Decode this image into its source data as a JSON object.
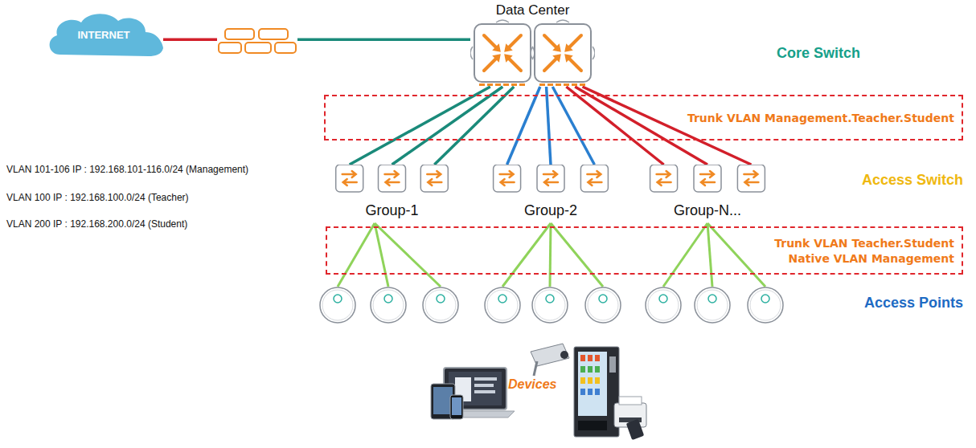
{
  "diagram": {
    "nodes": [
      {
        "text": [
          "INTERNET"
        ]
      },
      {
        "text": [
          "Data Center"
        ]
      },
      {
        "text": [
          "Trunk VLAN Management.Teacher.Student"
        ]
      },
      {
        "text": [
          "Group-1"
        ]
      },
      {
        "text": [
          "Group-2"
        ]
      },
      {
        "text": [
          "Group-N..."
        ]
      },
      {
        "text": [
          "Trunk VLAN Teacher.Student",
          "Native VLAN Management"
        ]
      }
    ],
    "edges": [
      {
        "from": 0,
        "to": 1,
        "arrow": "none"
      },
      {
        "from": 1,
        "to": 3,
        "arrow": "none"
      },
      {
        "from": 1,
        "to": 4,
        "arrow": "none"
      },
      {
        "from": 1,
        "to": 5,
        "arrow": "none"
      }
    ],
    "labels": [
      "Core Switch",
      "VLAN 101-106 IP : 192.168.101-116.0/24 (Management)",
      "VLAN 100 IP : 192.168.100.0/24 (Teacher)",
      "VLAN 200 IP : 192.168.200.0/24 (Student)",
      "Access Switch",
      "Access Points",
      "Devices"
    ]
  }
}
